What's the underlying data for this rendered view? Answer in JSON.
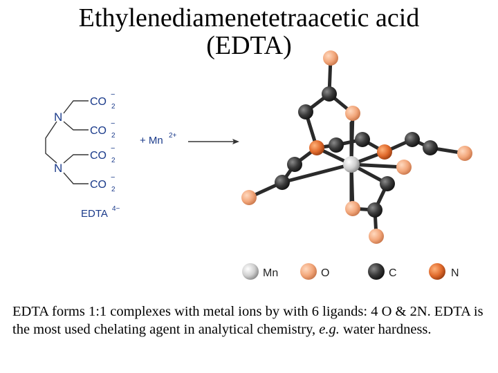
{
  "title": {
    "line1": "Ethylenediamenetetraacetic acid",
    "line2": "(EDTA)"
  },
  "structure": {
    "atom_n": "N",
    "group_co2": "CO",
    "subscript_2": "2",
    "charge_minus": "−",
    "reagent": "+ Mn",
    "reagent_charge": "2+",
    "label": "EDTA",
    "label_charge": "4−"
  },
  "legend": [
    {
      "label": "Mn",
      "color": "#d8d8d8"
    },
    {
      "label": "O",
      "color": "#f2a67a"
    },
    {
      "label": "C",
      "color": "#3a3a3a"
    },
    {
      "label": "N",
      "color": "#e06a2c"
    }
  ],
  "caption": {
    "part1": "EDTA forms 1:1 complexes with metal ions by with 6 ligands: 4 O & 2N.  EDTA is the most used chelating agent in analytical chemistry, ",
    "eg": "e.g.",
    "part2": " water hardness."
  }
}
